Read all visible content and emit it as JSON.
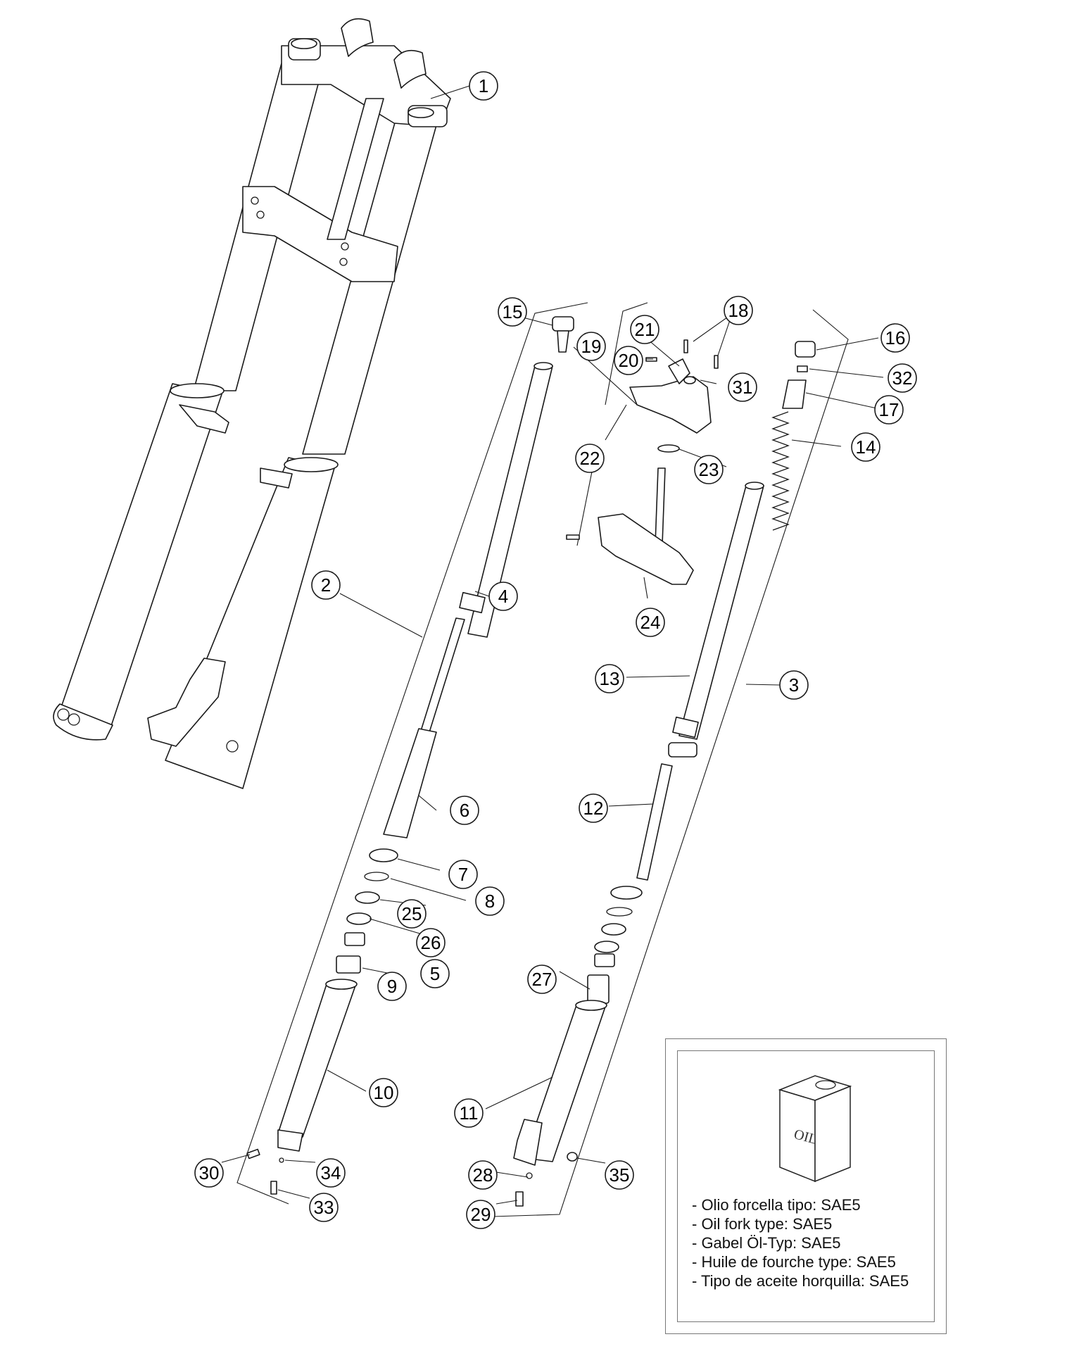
{
  "diagram": {
    "callouts": [
      "1",
      "2",
      "3",
      "4",
      "5",
      "6",
      "7",
      "8",
      "9",
      "10",
      "11",
      "12",
      "13",
      "14",
      "15",
      "16",
      "17",
      "18",
      "19",
      "20",
      "21",
      "22",
      "23",
      "24",
      "25",
      "26",
      "27",
      "28",
      "29",
      "30",
      "31",
      "32",
      "33",
      "34",
      "35"
    ]
  },
  "oil_note": {
    "can_label": "OIL",
    "lines": [
      "- Olio forcella tipo: SAE5",
      "- Oil fork type: SAE5",
      "- Gabel Öl-Typ: SAE5",
      "- Huile de fourche type: SAE5",
      "- Tipo de aceite horquilla: SAE5"
    ]
  }
}
